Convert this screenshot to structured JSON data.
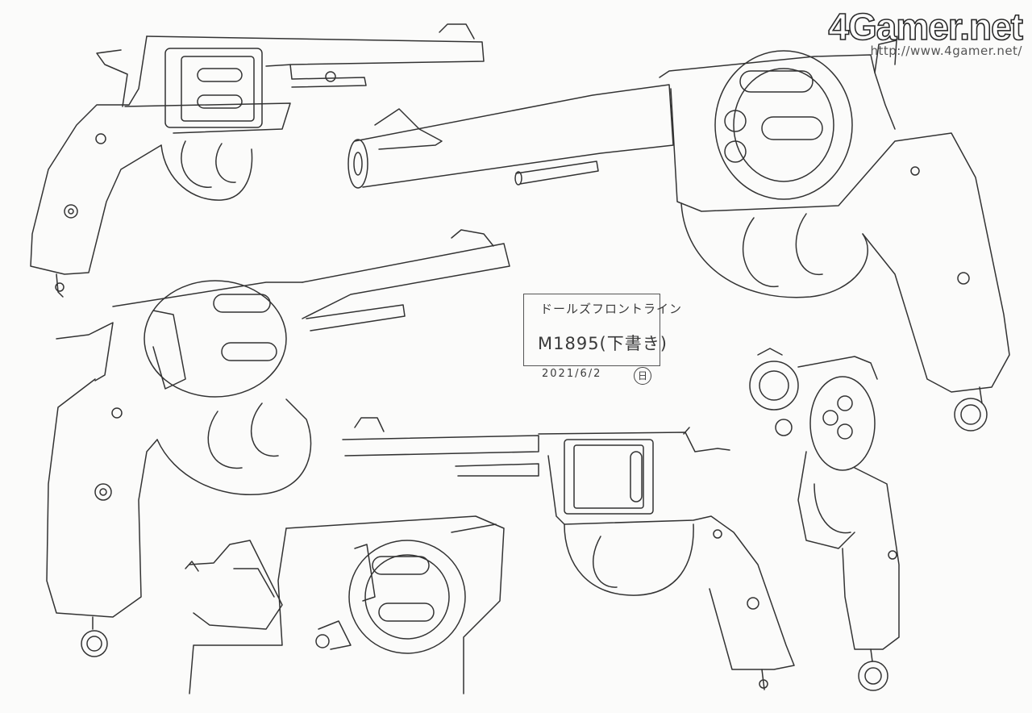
{
  "watermark": {
    "logo": "4Gamer.net",
    "url": "http://www.4gamer.net/"
  },
  "note": {
    "title": "ドールズフロントライン",
    "model": "M1895(下書き)",
    "date": "2021/6/2",
    "signature": "日"
  },
  "colors": {
    "paper": "#fbfbfa",
    "ink": "#333333"
  }
}
